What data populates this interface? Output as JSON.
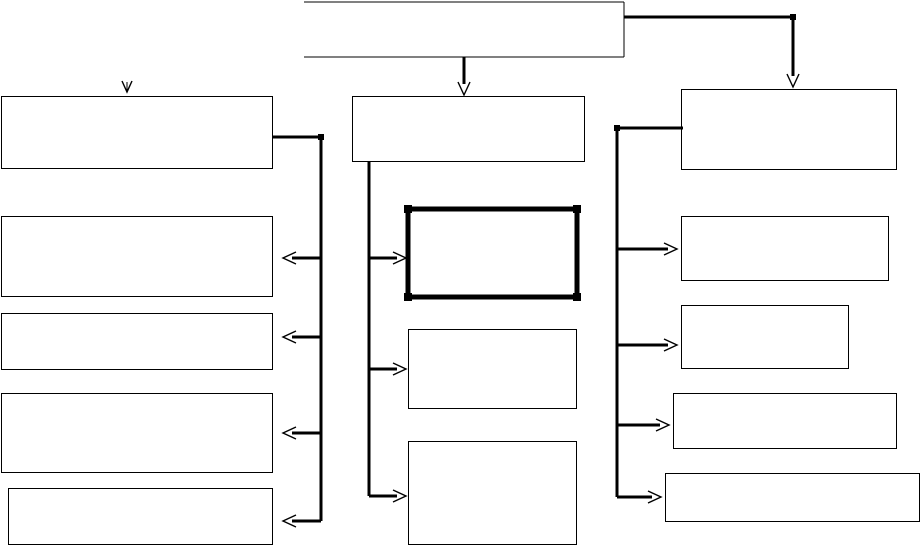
{
  "diagram": {
    "type": "org-chart",
    "stroke_color": "#000000",
    "background_color": "#ffffff",
    "nodes": [
      {
        "id": "root",
        "label": ""
      },
      {
        "id": "col1-head",
        "label": ""
      },
      {
        "id": "col1-child-1",
        "label": ""
      },
      {
        "id": "col1-child-2",
        "label": ""
      },
      {
        "id": "col1-child-3",
        "label": ""
      },
      {
        "id": "col1-child-4",
        "label": ""
      },
      {
        "id": "col2-head",
        "label": ""
      },
      {
        "id": "col2-child-1",
        "label": "",
        "emphasis": "thick-border"
      },
      {
        "id": "col2-child-2",
        "label": ""
      },
      {
        "id": "col2-child-3",
        "label": ""
      },
      {
        "id": "col3-head",
        "label": ""
      },
      {
        "id": "col3-child-1",
        "label": ""
      },
      {
        "id": "col3-child-2",
        "label": ""
      },
      {
        "id": "col3-child-3",
        "label": ""
      },
      {
        "id": "col3-child-4",
        "label": ""
      }
    ],
    "edges": [
      {
        "from": "root",
        "to": "col1-head"
      },
      {
        "from": "root",
        "to": "col2-head"
      },
      {
        "from": "root",
        "to": "col3-head"
      },
      {
        "from": "col1-head",
        "to": "col1-child-1"
      },
      {
        "from": "col1-head",
        "to": "col1-child-2"
      },
      {
        "from": "col1-head",
        "to": "col1-child-3"
      },
      {
        "from": "col1-head",
        "to": "col1-child-4"
      },
      {
        "from": "col2-head",
        "to": "col2-child-1"
      },
      {
        "from": "col2-head",
        "to": "col2-child-2"
      },
      {
        "from": "col2-head",
        "to": "col2-child-3"
      },
      {
        "from": "col3-head",
        "to": "col3-child-1"
      },
      {
        "from": "col3-head",
        "to": "col3-child-2"
      },
      {
        "from": "col3-head",
        "to": "col3-child-3"
      },
      {
        "from": "col3-head",
        "to": "col3-child-4"
      }
    ]
  }
}
